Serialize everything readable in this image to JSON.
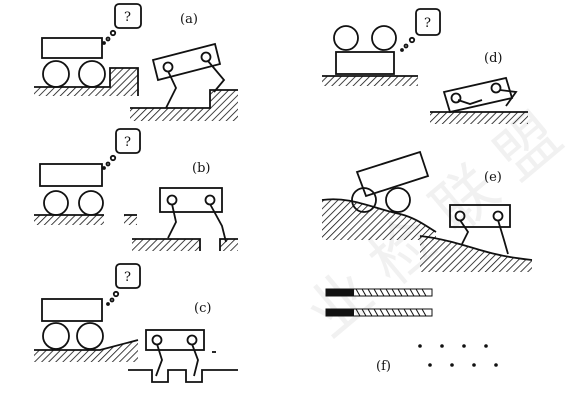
{
  "panels": [
    {
      "id": "a",
      "label": "(a)",
      "bubble": "?"
    },
    {
      "id": "b",
      "label": "(b)",
      "bubble": "?"
    },
    {
      "id": "c",
      "label": "(c)",
      "bubble": "?"
    },
    {
      "id": "d",
      "label": "(d)",
      "bubble": "?"
    },
    {
      "id": "e",
      "label": "(e)",
      "bubble": ""
    },
    {
      "id": "f",
      "label": "(f)",
      "bubble": ""
    }
  ],
  "watermark": "业 检 联 盟",
  "colors": {
    "ink": "#111111",
    "ground": "#111111",
    "watermark": "#f1f1f1"
  }
}
